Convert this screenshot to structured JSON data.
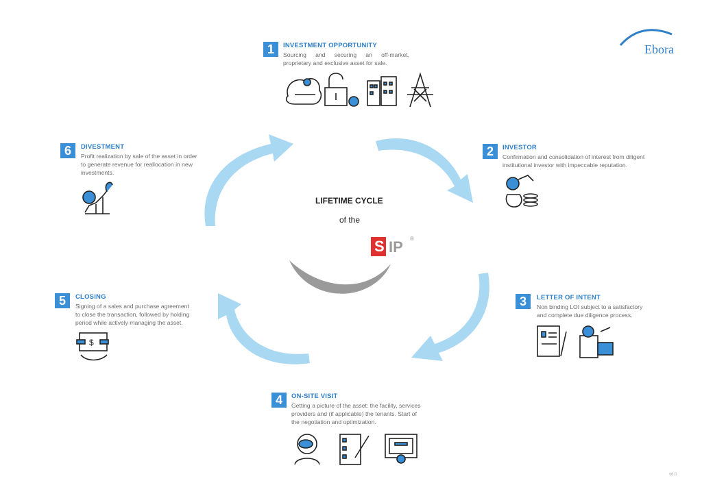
{
  "logo": {
    "text": "Ebora"
  },
  "center": {
    "title": "LIFETIME CYCLE",
    "subtitle": "of the",
    "brand_s": "S",
    "brand_ip": "IP",
    "brand_mark": "®"
  },
  "steps": [
    {
      "num": "1",
      "title": "INVESTMENT OPPORTUNITY",
      "desc_1": "Sourcing and securing an off-market,",
      "desc_2": "proprietary and exclusive asset for sale."
    },
    {
      "num": "2",
      "title": "INVESTOR",
      "desc_1": "Confirmation and consolidation of interest from diligent",
      "desc_2": "institutional investor with impeccable reputation."
    },
    {
      "num": "3",
      "title": "LETTER OF INTENT",
      "desc_1": "Non binding LOI subject to a satisfactory",
      "desc_2": "and complete due diligence process."
    },
    {
      "num": "4",
      "title": "ON-SITE VISIT",
      "desc_1": "Getting a picture of the asset: the facility, services",
      "desc_2": "providers and (if applicable) the tenants. Start of",
      "desc_3": "the negotiation and optimization."
    },
    {
      "num": "5",
      "title": "CLOSING",
      "desc_1": "Signing of a sales and purchase agreement",
      "desc_2": "to close the transaction, followed by holding",
      "desc_3": "period while actively managing the asset."
    },
    {
      "num": "6",
      "title": "DIVESTMENT",
      "desc_1": "Profit realization by sale of the asset in order",
      "desc_2": "to generate revenue for reallocation in new",
      "desc_3": "investments."
    }
  ],
  "version": "v6.0",
  "colors": {
    "accent": "#2f7fc8",
    "arrow": "#a9d8f3",
    "brand_red": "#e03131",
    "grey": "#9a9a9a"
  }
}
